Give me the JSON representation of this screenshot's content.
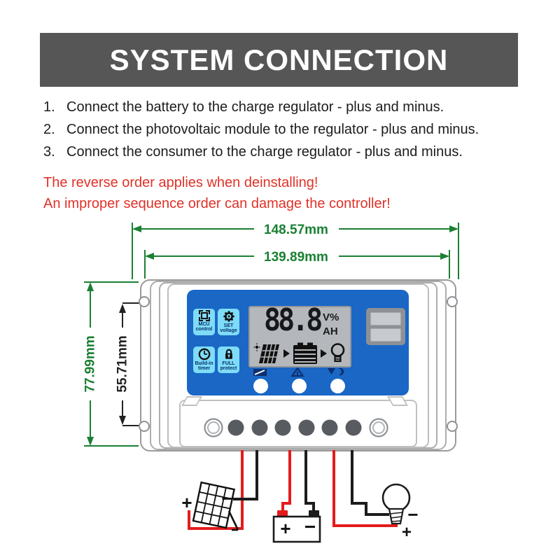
{
  "page": {
    "title": "SYSTEM CONNECTION"
  },
  "instructions": [
    {
      "num": "1.",
      "text": "Connect the battery to the charge regulator - plus and minus."
    },
    {
      "num": "2.",
      "text": "Connect the photovoltaic module to the regulator - plus and minus."
    },
    {
      "num": "3.",
      "text": "Connect the consumer to the charge regulator - plus and minus."
    }
  ],
  "warnings": [
    "The reverse order applies when deinstalling!",
    "An improper sequence order can damage the controller!"
  ],
  "dimensions": {
    "outer_width": "148.57mm",
    "inner_width": "139.89mm",
    "outer_height": "77.99mm",
    "hole_spacing": "55.71mm"
  },
  "controller": {
    "function_buttons": [
      {
        "label1": "MCU",
        "label2": "control"
      },
      {
        "label1": "SET",
        "label2": "voltage"
      },
      {
        "label1": "Build-in",
        "label2": "timer"
      },
      {
        "label1": "FULL",
        "label2": "protect"
      }
    ],
    "lcd": {
      "value": "88.8",
      "unit_top": "V%",
      "unit_bottom": "AH"
    }
  },
  "wiring": {
    "solar": {
      "plus": "+",
      "minus": "−"
    },
    "battery": {
      "plus": "+",
      "minus": "−"
    },
    "load": {
      "plus": "+",
      "minus": "−"
    }
  },
  "colors": {
    "titlebar_gray": "#565656",
    "warning_red": "#e03228",
    "dimension_green": "#1a8032",
    "panel_blue": "#1a67c5",
    "button_cyan": "#7edcf8",
    "wire_red": "#e41b1b",
    "wire_black": "#1c1c1c"
  }
}
